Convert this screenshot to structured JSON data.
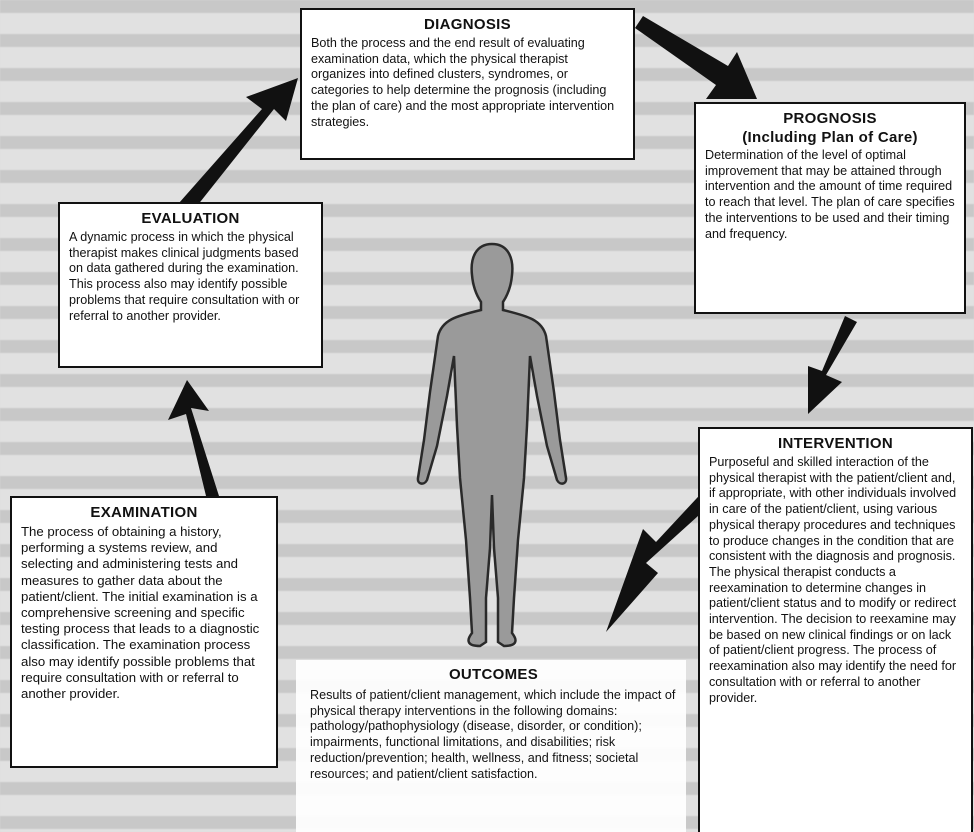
{
  "diagnosis": {
    "title": "DIAGNOSIS",
    "text": "Both the process and the end result of evaluating examination data, which the physical therapist organizes into defined clusters, syndromes, or categories to help determine the prognosis (including the plan of care) and the most appropriate intervention strategies."
  },
  "prognosis": {
    "title": "PROGNOSIS",
    "subtitle": "(Including Plan of Care)",
    "text": "Determination of the level of optimal improvement that may be attained through intervention and the amount of time required to reach that level. The plan of care specifies the interventions to be used and their timing and frequency."
  },
  "evaluation": {
    "title": "EVALUATION",
    "text": "A dynamic process in which the physical therapist makes clinical judgments based on data gathered during the examination. This process also may identify possible problems that require consultation with or referral to another provider."
  },
  "examination": {
    "title": "EXAMINATION",
    "text": "The process of obtaining a history, performing a systems review, and selecting and administering tests and measures to gather data about the patient/client. The initial examination is a comprehensive screening and specific testing process that leads to a diagnostic classification. The examination process also may identify possible problems that require consultation with or referral to another provider."
  },
  "intervention": {
    "title": "INTERVENTION",
    "text": "Purposeful and skilled interaction of the physical therapist with the patient/client and, if appropriate, with other individuals involved in care of the patient/client, using various physical therapy procedures and techniques to produce changes in the condition that are consistent with the diagnosis and prognosis. The physical therapist conducts a reexamination to determine changes in patient/client status and to modify or redirect intervention. The decision to reexamine may be based on new clinical findings or on lack of patient/client progress. The process of reexamination also may identify the need for consultation with or referral to another provider."
  },
  "outcomes": {
    "title": "OUTCOMES",
    "text": "Results of patient/client management, which include the impact of physical therapy interventions in the following domains: pathology/pathophysiology (disease, disorder, or condition); impairments, functional limitations, and disabilities; risk reduction/prevention; health, wellness, and fitness; societal resources; and patient/client satisfaction."
  },
  "colors": {
    "box_border": "#111111",
    "arrow": "#111111",
    "figure_fill": "#9a9a9a",
    "figure_stroke": "#2a2a2a"
  }
}
